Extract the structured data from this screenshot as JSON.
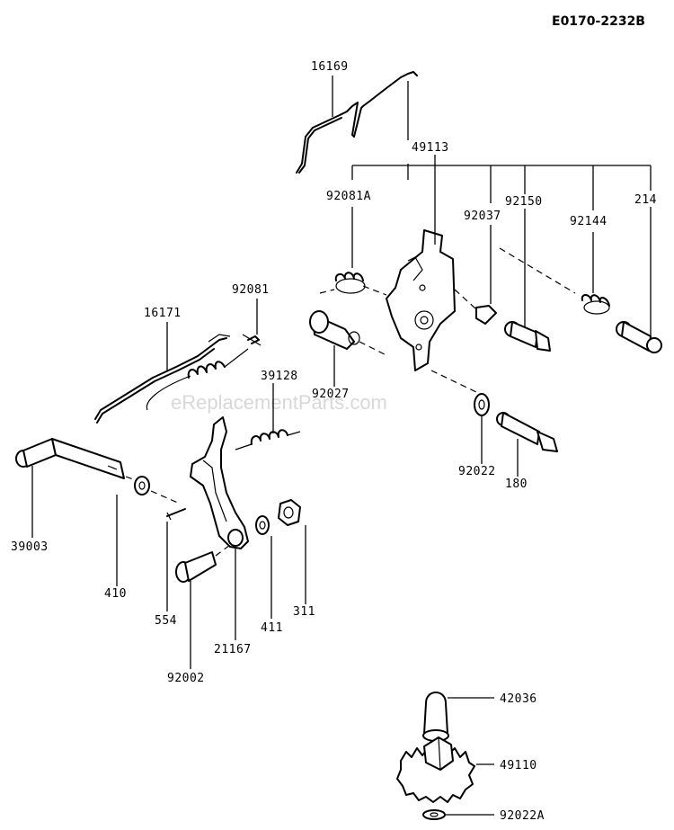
{
  "diagram": {
    "code": "E0170-2232B",
    "watermark": "eReplacementParts.com",
    "labels": {
      "p16169": "16169",
      "p49113": "49113",
      "p92081A": "92081A",
      "p92037": "92037",
      "p92150": "92150",
      "p92144": "92144",
      "p214": "214",
      "p92081": "92081",
      "p16171": "16171",
      "p39128": "39128",
      "p92027": "92027",
      "p92022": "92022",
      "p180": "180",
      "p39003": "39003",
      "p410": "410",
      "p554": "554",
      "p411": "411",
      "p311": "311",
      "p21167": "21167",
      "p92002": "92002",
      "p42036": "42036",
      "p49110": "49110",
      "p92022A": "92022A"
    }
  }
}
